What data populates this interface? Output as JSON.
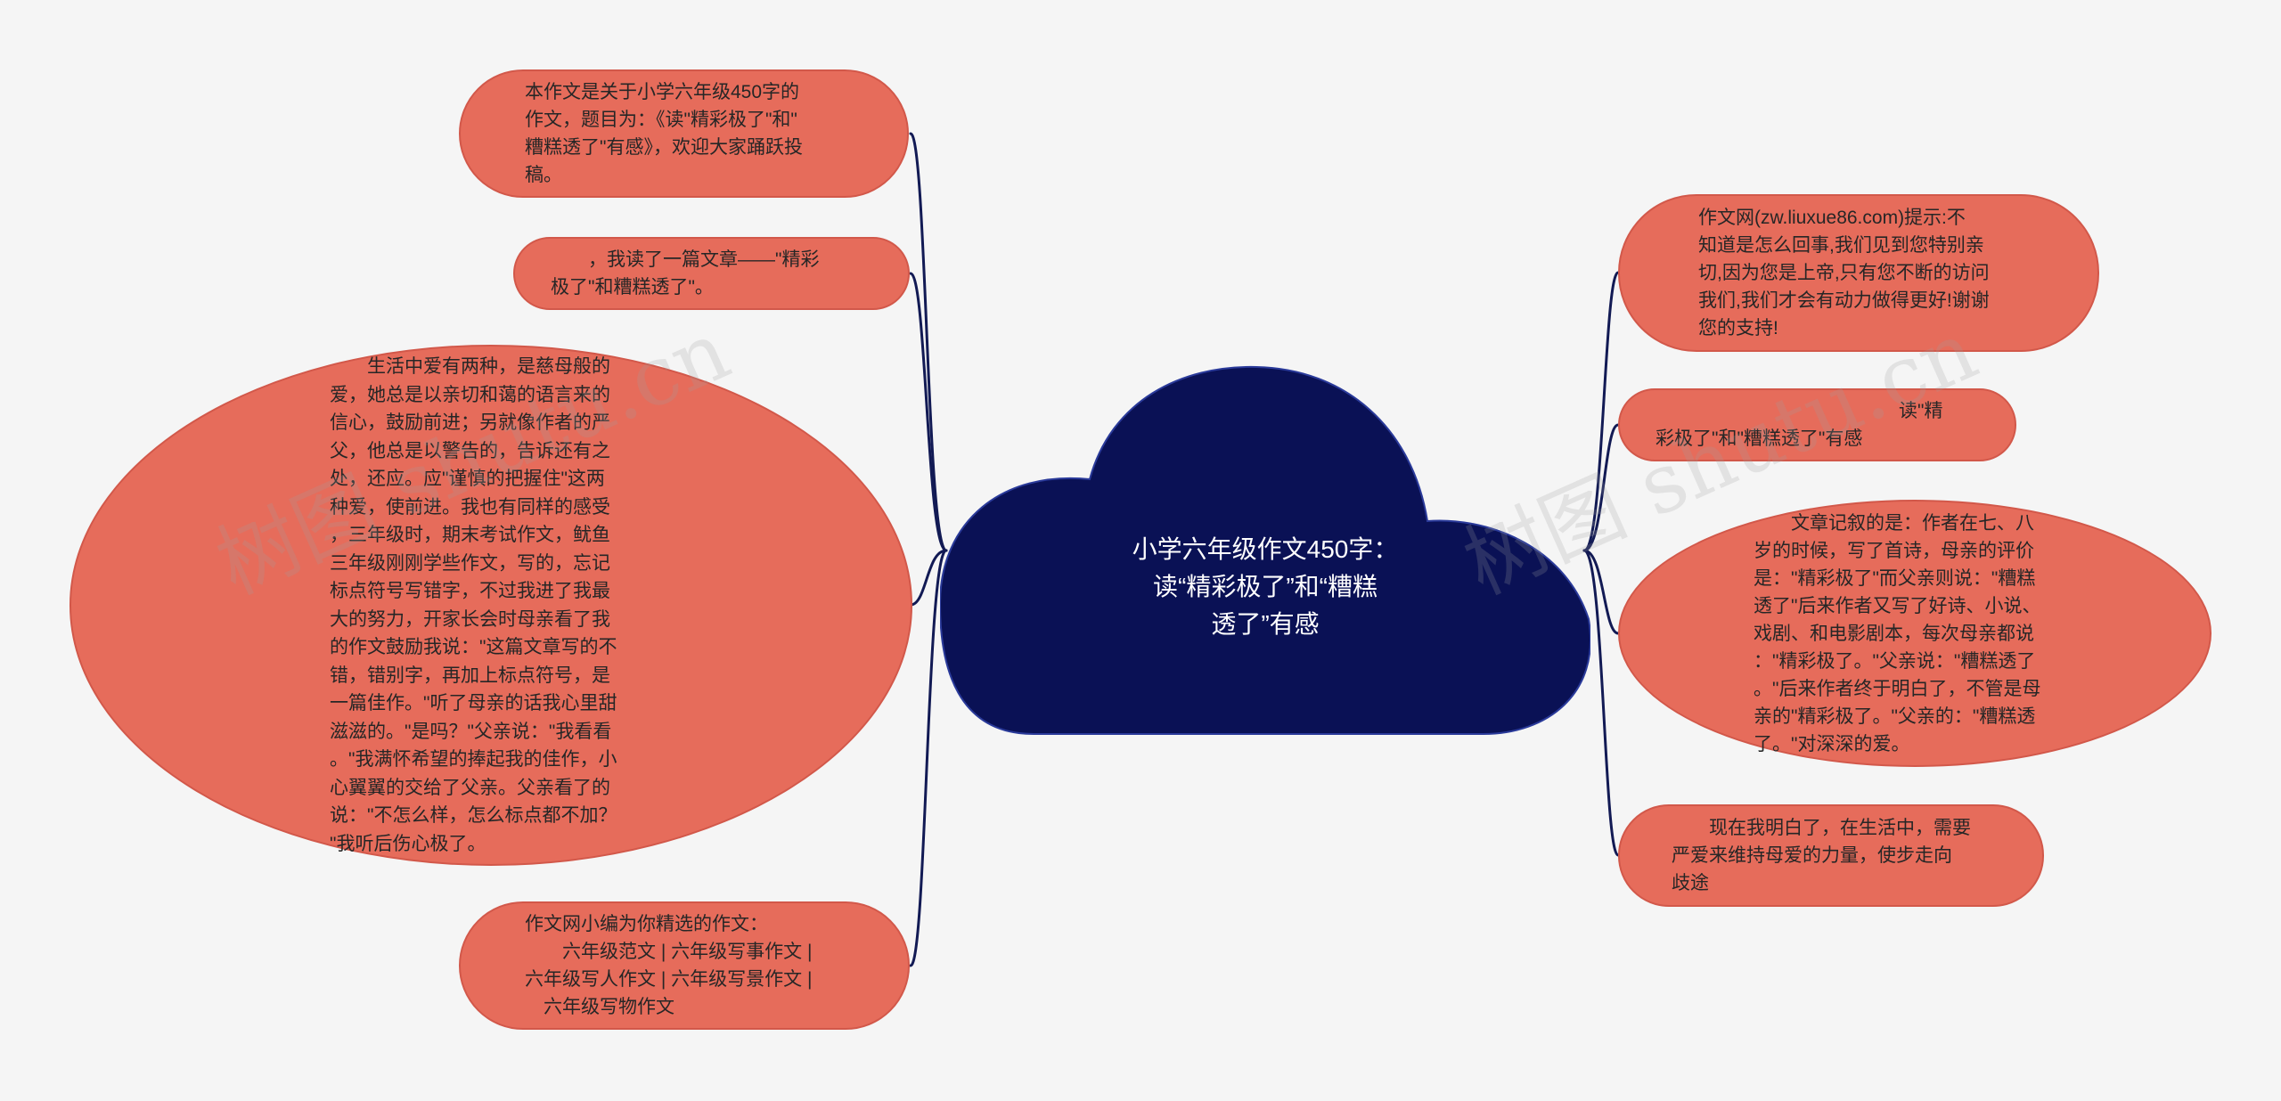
{
  "central": {
    "title": "小学六年级作文450字：\n读“精彩极了”和“糟糕\n透了”有感"
  },
  "left_nodes": [
    {
      "text": "本作文是关于小学六年级450字的\n作文，题目为：《读\"精彩极了\"和\"\n糟糕透了\"有感》，欢迎大家踊跃投\n稿。"
    },
    {
      "text": "　　，我读了一篇文章——\"精彩\n极了\"和糟糕透了\"。"
    },
    {
      "text": "　　生活中爱有两种，是慈母般的\n爱，她总是以亲切和蔼的语言来的\n信心，鼓励前进；另就像作者的严\n父，他总是以警告的，告诉还有之\n处，还应。应\"谨慎的把握住\"这两\n种爱，使前进。我也有同样的感受\n，三年级时，期末考试作文，鱿鱼\n三年级刚刚学些作文，写的，忘记\n标点符号写错字，不过我进了我最\n大的努力，开家长会时母亲看了我\n的作文鼓励我说：\"这篇文章写的不\n错，错别字，再加上标点符号，是\n一篇佳作。\"听了母亲的话我心里甜\n滋滋的。\"是吗？\"父亲说：\"我看看\n。\"我满怀希望的捧起我的佳作，小\n心翼翼的交给了父亲。父亲看了的\n说：\"不怎么样，怎么标点都不加？\n\"我听后伤心极了。"
    },
    {
      "text": "作文网小编为你精选的作文：\n　　六年级范文 | 六年级写事作文 |\n六年级写人作文 | 六年级写景作文 |\n　六年级写物作文"
    }
  ],
  "right_nodes": [
    {
      "text": "作文网(zw.liuxue86.com)提示:不\n知道是怎么回事,我们见到您特别亲\n切,因为您是上帝,只有您不断的访问\n我们,我们才会有动力做得更好!谢谢\n您的支持!"
    },
    {
      "text": "　　　　　　　　　　　　　读\"精\n彩极了\"和\"糟糕透了\"有感"
    },
    {
      "text": "　　文章记叙的是：作者在七、八\n岁的时候，写了首诗，母亲的评价\n是：\"精彩极了\"而父亲则说：\"糟糕\n透了\"后来作者又写了好诗、小说、\n戏剧、和电影剧本，每次母亲都说\n：\"精彩极了。\"父亲说：\"糟糕透了\n。\"后来作者终于明白了，不管是母\n亲的\"精彩极了。\"父亲的：\"糟糕透\n了。\"对深深的爱。"
    },
    {
      "text": "　　现在我明白了，在生活中，需要\n严爱来维持母爱的力量，使步走向\n歧途"
    }
  ],
  "watermark": "树图 shutu.cn",
  "colors": {
    "background": "#f5f5f5",
    "node_fill": "#e66c5b",
    "central_fill": "#0a1155",
    "connector": "#121a54"
  }
}
